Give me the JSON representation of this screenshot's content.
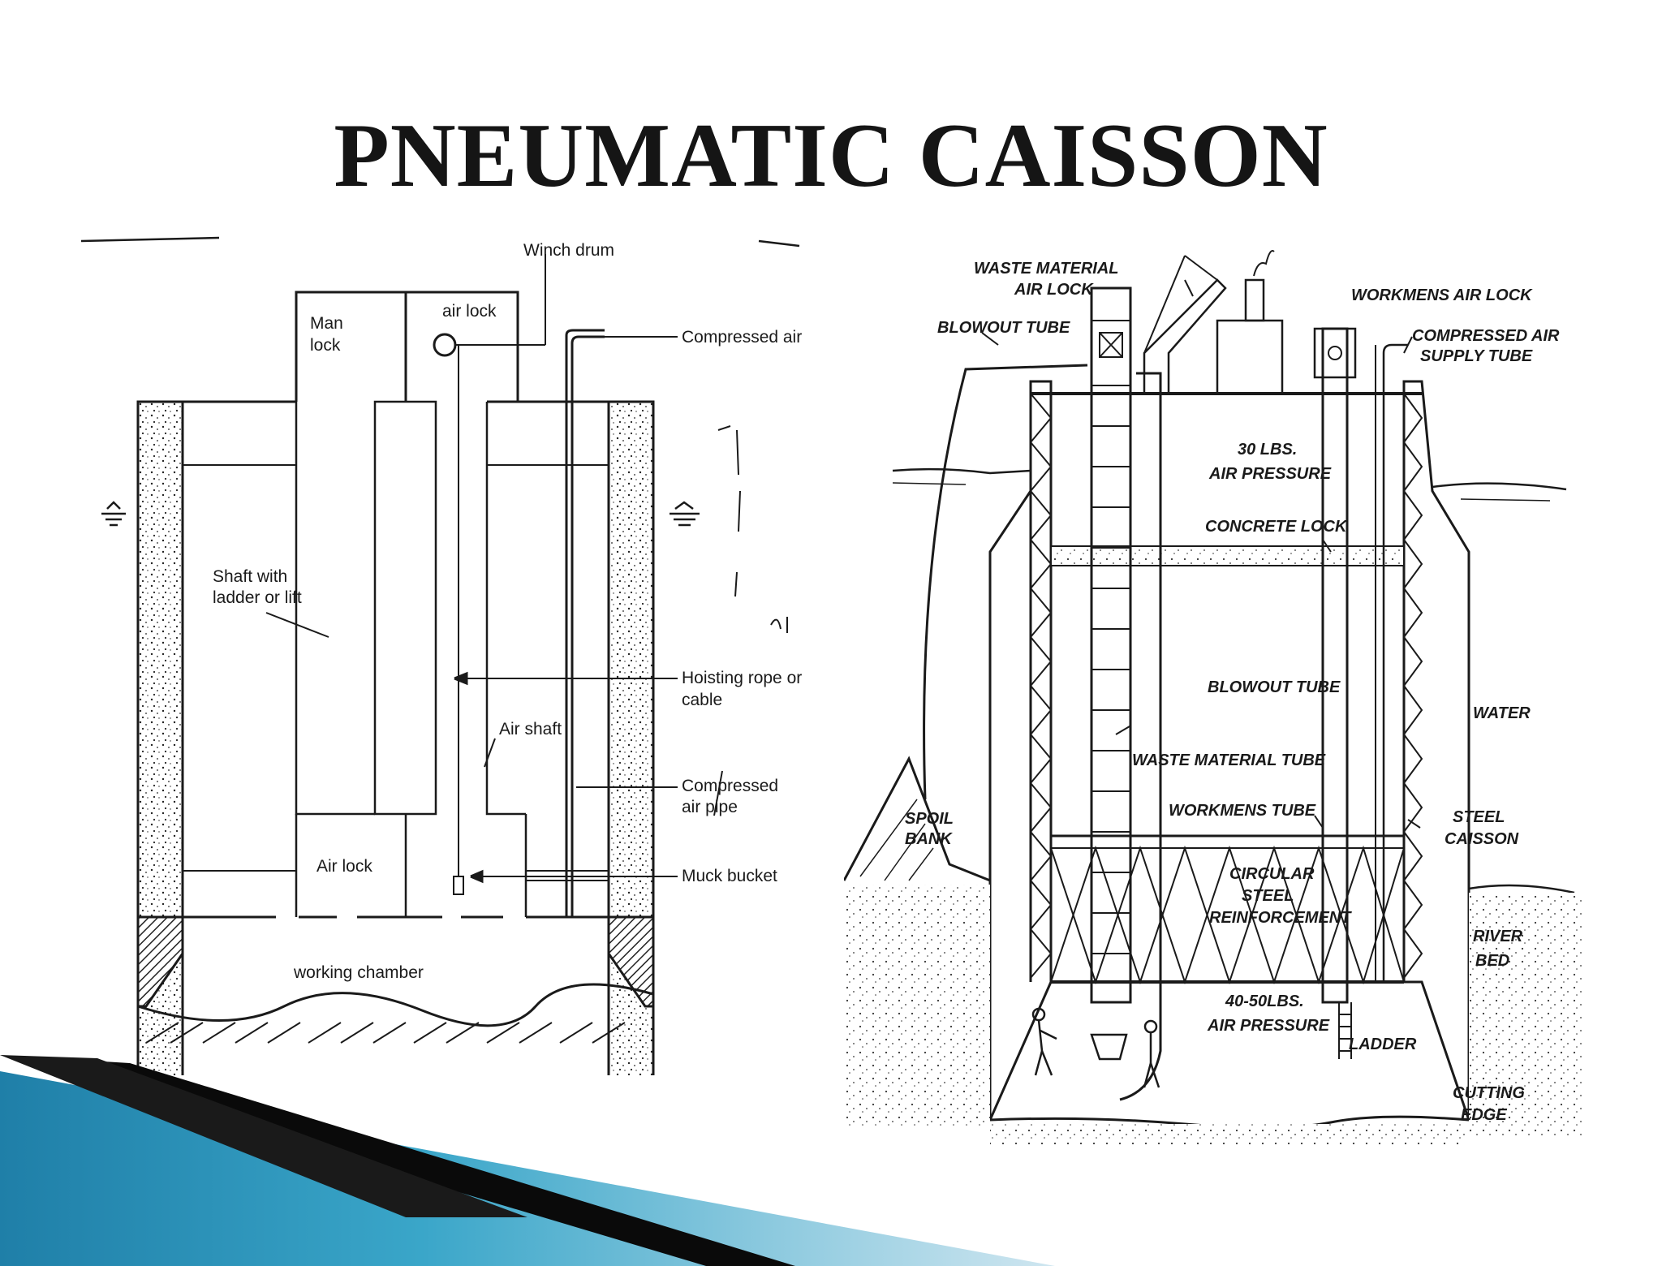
{
  "slide": {
    "title": "PNEUMATIC CAISSON"
  },
  "left_diagram": {
    "labels": {
      "winch_drum": "Winch drum",
      "man_lock_1": "Man",
      "man_lock_2": "lock",
      "air_lock_top": "air lock",
      "compressed_air": "Compressed air",
      "shaft_1": "Shaft with",
      "shaft_2": "ladder or lift",
      "hoisting_1": "Hoisting rope or",
      "hoisting_2": "cable",
      "air_shaft": "Air shaft",
      "comp_pipe_1": "Compressed",
      "comp_pipe_2": "air pipe",
      "air_lock_bottom": "Air lock",
      "muck_bucket": "Muck bucket",
      "working_chamber": "working chamber"
    }
  },
  "right_diagram": {
    "labels": {
      "waste_air_lock_1": "WASTE MATERIAL",
      "waste_air_lock_2": "AIR LOCK",
      "blowout_top": "BLOWOUT TUBE",
      "workmens_air_lock": "WORKMENS AIR LOCK",
      "compressed_supply_1": "COMPRESSED AIR",
      "compressed_supply_2": "SUPPLY TUBE",
      "pressure_30_1": "30 LBS.",
      "pressure_30_2": "AIR PRESSURE",
      "concrete_lock": "CONCRETE LOCK",
      "blowout_mid": "BLOWOUT TUBE",
      "water": "WATER",
      "waste_tube": "WASTE MATERIAL TUBE",
      "workmens_tube": "WORKMENS TUBE",
      "spoil_1": "SPOIL",
      "spoil_2": "BANK",
      "steel_1": "STEEL",
      "steel_2": "CAISSON",
      "reinf_1": "CIRCULAR",
      "reinf_2": "STEEL",
      "reinf_3": "REINFORCEMENT",
      "river_1": "RIVER",
      "river_2": "BED",
      "pressure_40_1": "40-50LBS.",
      "pressure_40_2": "AIR PRESSURE",
      "ladder": "LADDER",
      "cutting_1": "CUTTING",
      "cutting_2": "EDGE"
    }
  },
  "colors": {
    "ink": "#1a1a1a",
    "ribbon_dark": "#0a0a0a",
    "ribbon_blue": "#3aa6c9",
    "ribbon_light": "#cfe6f0"
  }
}
